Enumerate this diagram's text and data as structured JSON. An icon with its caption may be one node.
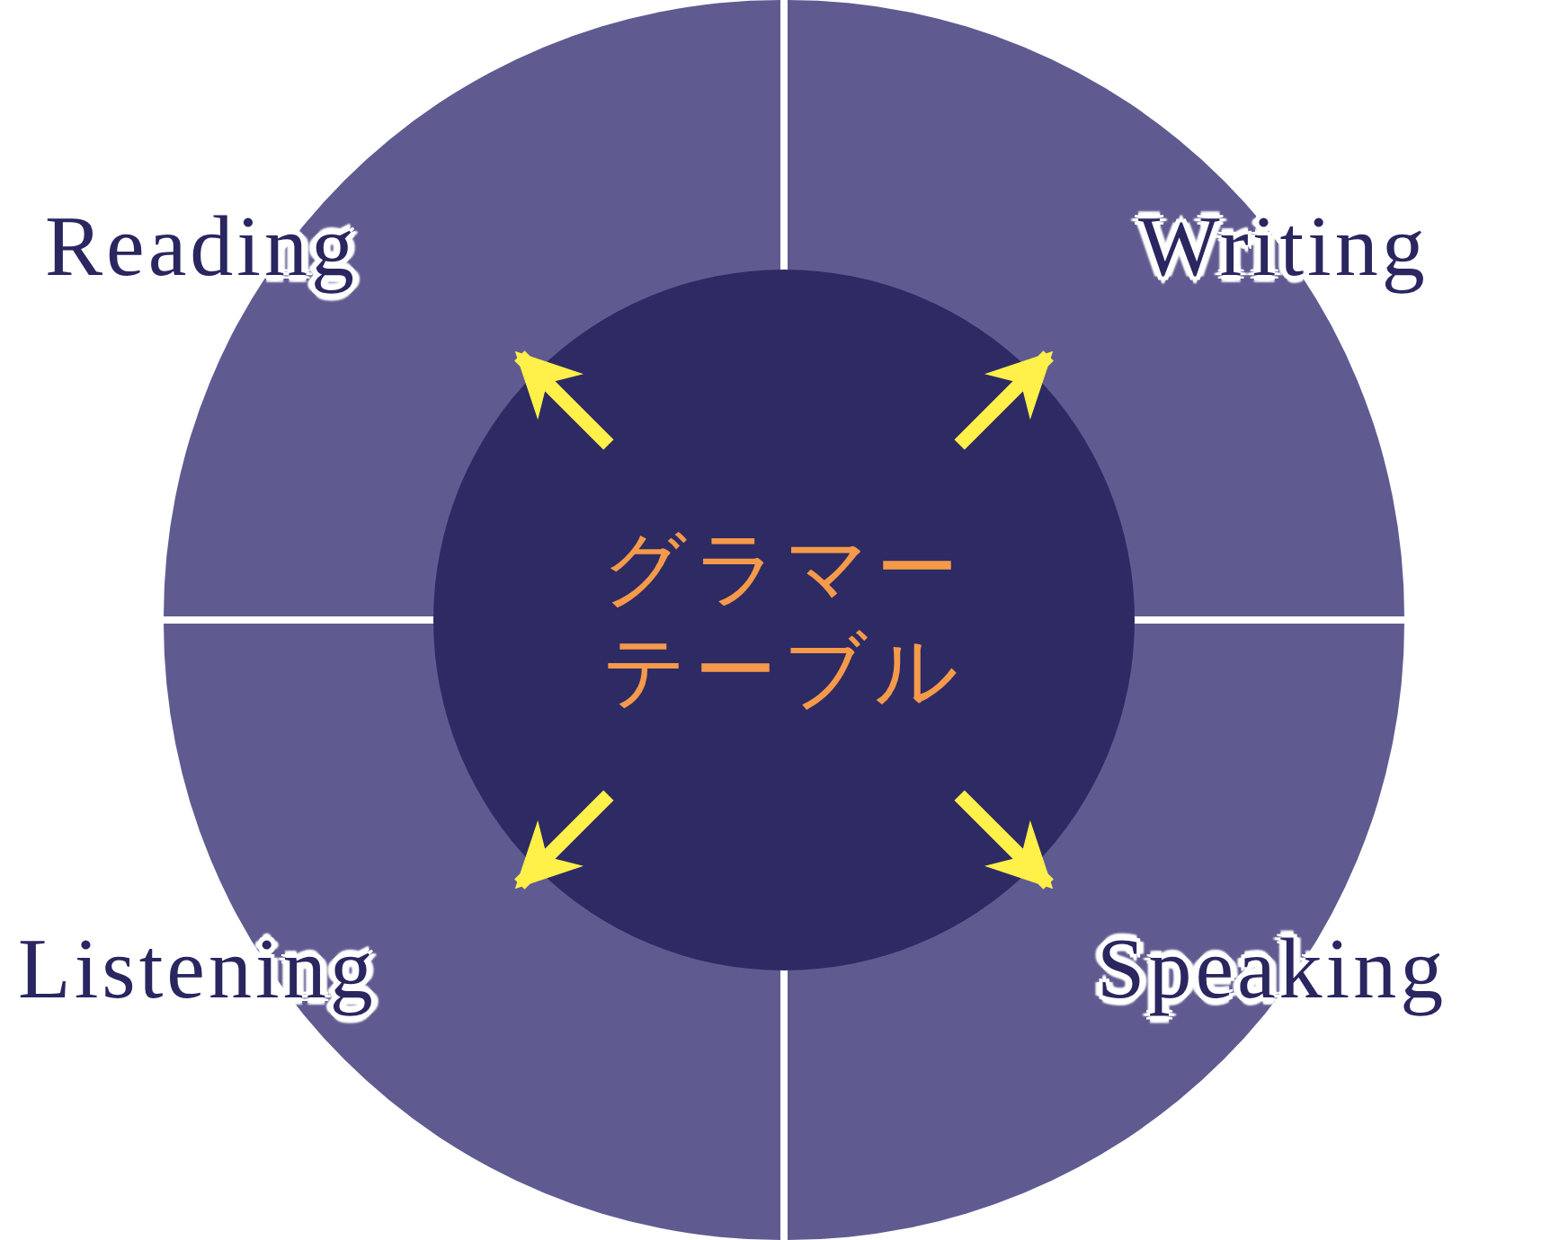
{
  "diagram": {
    "nodes": [
      {
        "text": [
          "Reading"
        ]
      },
      {
        "text": [
          "Writing"
        ]
      },
      {
        "text": [
          "グラマーテーブル"
        ]
      },
      {
        "text": [
          "Listening"
        ]
      },
      {
        "text": [
          "Speaking"
        ]
      }
    ],
    "edges": [
      {
        "from": 2,
        "to": 0,
        "arrow": "to"
      },
      {
        "from": 2,
        "to": 1,
        "arrow": "to"
      },
      {
        "from": 2,
        "to": 3,
        "arrow": "to"
      },
      {
        "from": 2,
        "to": 4,
        "arrow": "to"
      }
    ]
  }
}
